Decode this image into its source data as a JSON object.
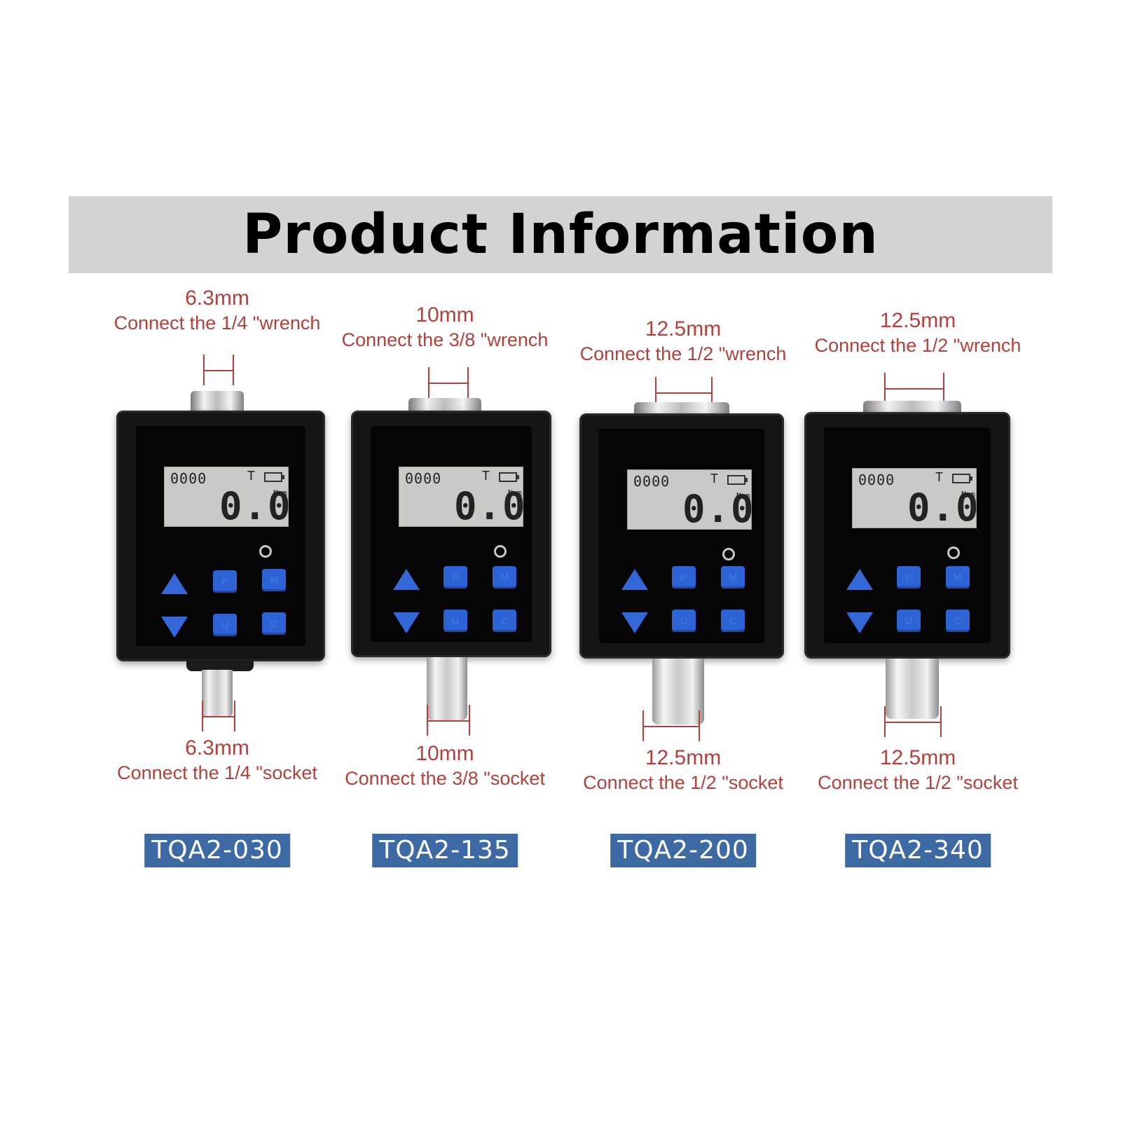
{
  "banner": {
    "title": "Product Information"
  },
  "products": [
    {
      "top_mm": "6.3mm",
      "top_text": "Connect the 1/4 \"wrench",
      "bottom_mm": "6.3mm",
      "bottom_text": "Connect the 1/4 \"socket",
      "model": "TQA2-030"
    },
    {
      "top_mm": "10mm",
      "top_text": "Connect the 3/8 \"wrench",
      "bottom_mm": "10mm",
      "bottom_text": "Connect the 3/8 \"socket",
      "model": "TQA2-135"
    },
    {
      "top_mm": "12.5mm",
      "top_text": "Connect the 1/2 \"wrench",
      "bottom_mm": "12.5mm",
      "bottom_text": "Connect the 1/2 \"socket",
      "model": "TQA2-200"
    },
    {
      "top_mm": "12.5mm",
      "top_text": "Connect the 1/2 \"wrench",
      "bottom_mm": "12.5mm",
      "bottom_text": "Connect the 1/2 \"socket",
      "model": "TQA2-340"
    }
  ],
  "lcd": {
    "counter": "0000",
    "mode": "T",
    "value": "0.0",
    "unit": "N.m"
  },
  "buttons": {
    "p": "P",
    "m": "M",
    "u": "U",
    "c": "C"
  },
  "icons": {
    "up": "triangle-up-icon",
    "down": "triangle-down-icon",
    "battery": "battery-icon",
    "led": "indicator-led-icon"
  },
  "colors": {
    "label_red": "#b3403a",
    "model_blue": "#3d6aa4",
    "button_blue": "#2e63d6",
    "banner_gray": "#d3d3d3"
  }
}
